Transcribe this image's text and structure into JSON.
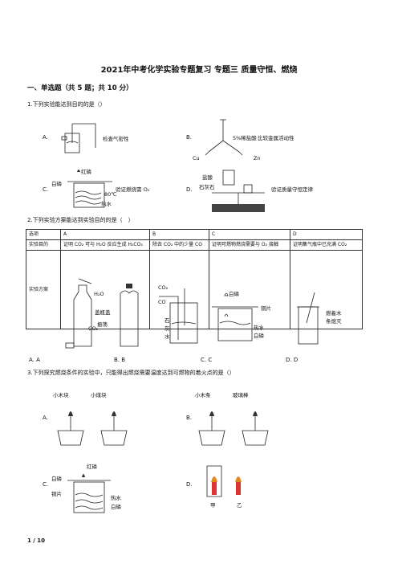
{
  "title": "2021年中考化学实验专题复习 专题三 质量守恒、燃烧",
  "section1": "一、单选题（共 5 题；共 10 分）",
  "q1": {
    "stem": "1.下列实验能达到目的的是（）",
    "a_letter": "A.",
    "a_text": "检查气密性",
    "b_letter": "B.",
    "b_text": "比较金属活动性",
    "b_acid": "5%稀盐酸",
    "b_cu": "Cu",
    "b_zn": "Zn",
    "c_letter": "C.",
    "c_text": "验证燃烧需 O₂",
    "c_red": "红磷",
    "c_white": "白磷",
    "c_temp": "80℃",
    "c_water": "热水",
    "d_letter": "D.",
    "d_text": "验证质量守恒定律",
    "d_acid": "盐酸",
    "d_stone": "石灰石"
  },
  "q2": {
    "stem": "2.下列实验方案能达到实验目的的是（　）",
    "table": {
      "header": [
        "选项",
        "A",
        "B",
        "C",
        "D"
      ],
      "row1_label": "实验目的",
      "row1": [
        "证明 CO₂ 可与 H₂O 反应生成 H₂CO₃",
        "除去 CO₂ 中的少量 CO",
        "证明可燃物燃烧需要与 O₂ 接触",
        "证明集气瓶中已充满 CO₂"
      ],
      "row2_label": "实验方案"
    },
    "img_a": {
      "h2o": "H₂O",
      "cap": "盖瓶盖",
      "shake": "振荡",
      "co2": "CO₂"
    },
    "img_b": {
      "co2": "CO₂",
      "co": "CO",
      "lime1": "石",
      "lime2": "灰",
      "lime3": "水"
    },
    "img_c": {
      "white": "白磷",
      "cu": "铜片",
      "hot": "热水",
      "wp": "白磷"
    },
    "img_d": {
      "l1": "燃着木",
      "l2": "条熄灭"
    },
    "choices": [
      "A. A",
      "B. B",
      "C. C",
      "D. D"
    ]
  },
  "q3": {
    "stem": "3.下列探究燃烧条件的实验中，只能得出燃烧需要温度达到可燃物的着火点的是（）",
    "a_letter": "A.",
    "a_wood": "小木块",
    "a_coal": "小煤块",
    "b_letter": "B.",
    "b_wood": "小木条",
    "b_glass": "玻璃棒",
    "c_letter": "C.",
    "c_red": "红磷",
    "c_white": "白磷",
    "c_cu": "铜片",
    "c_hot": "热水",
    "c_wp": "白磷",
    "d_letter": "D.",
    "d_jia": "甲",
    "d_yi": "乙"
  },
  "footer": "1 / 10"
}
